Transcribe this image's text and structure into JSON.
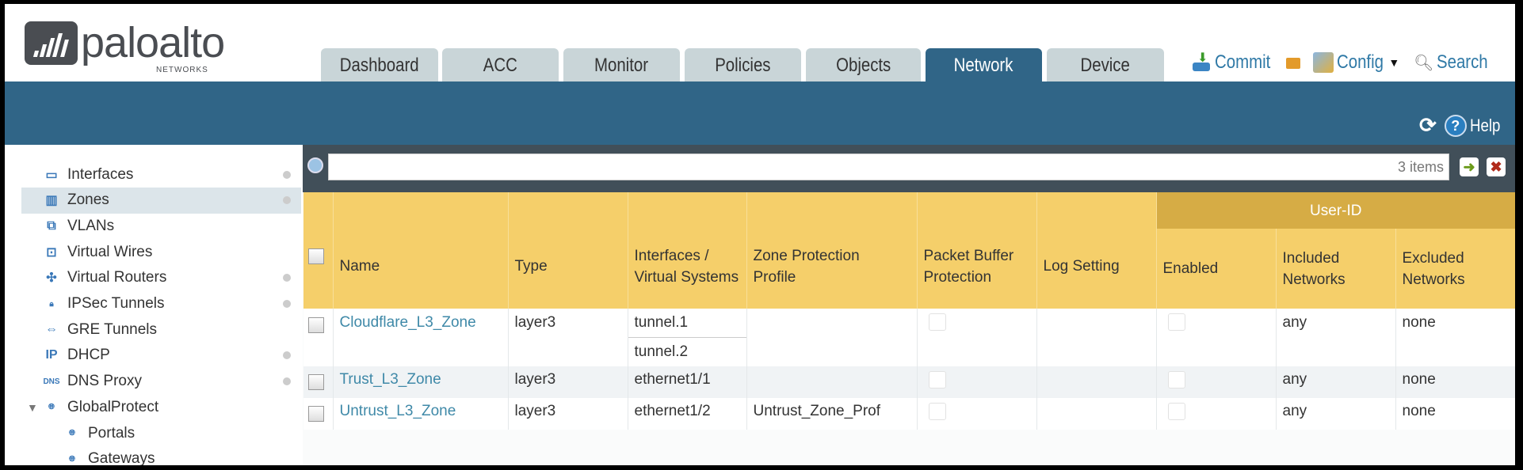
{
  "brand": {
    "logo_text": "paloalto",
    "logo_sub": "NETWORKS"
  },
  "tabs": [
    {
      "label": "Dashboard",
      "active": false
    },
    {
      "label": "ACC",
      "active": false
    },
    {
      "label": "Monitor",
      "active": false
    },
    {
      "label": "Policies",
      "active": false
    },
    {
      "label": "Objects",
      "active": false
    },
    {
      "label": "Network",
      "active": true
    },
    {
      "label": "Device",
      "active": false
    }
  ],
  "toolbar": {
    "commit": "Commit",
    "config": "Config",
    "search": "Search",
    "help": "Help"
  },
  "sidebar": {
    "items": [
      {
        "label": "Interfaces",
        "icon": "interfaces-icon",
        "dot": true
      },
      {
        "label": "Zones",
        "icon": "zones-icon",
        "dot": true,
        "selected": true
      },
      {
        "label": "VLANs",
        "icon": "vlans-icon",
        "dot": false
      },
      {
        "label": "Virtual Wires",
        "icon": "virtual-wires-icon",
        "dot": false
      },
      {
        "label": "Virtual Routers",
        "icon": "virtual-routers-icon",
        "dot": true
      },
      {
        "label": "IPSec Tunnels",
        "icon": "ipsec-tunnels-icon",
        "dot": true
      },
      {
        "label": "GRE Tunnels",
        "icon": "gre-tunnels-icon",
        "dot": false
      },
      {
        "label": "DHCP",
        "icon": "dhcp-icon",
        "dot": true
      },
      {
        "label": "DNS Proxy",
        "icon": "dns-proxy-icon",
        "dot": true
      },
      {
        "label": "GlobalProtect",
        "icon": "globalprotect-icon",
        "dot": false,
        "expanded": true
      },
      {
        "label": "Portals",
        "icon": "portals-icon",
        "dot": false,
        "child": true
      },
      {
        "label": "Gateways",
        "icon": "gateways-icon",
        "dot": false,
        "child": true
      }
    ]
  },
  "search": {
    "value": "",
    "count": "3 items"
  },
  "table": {
    "group_header": "User-ID",
    "columns": [
      "Name",
      "Type",
      "Interfaces / Virtual Systems",
      "Zone Protection Profile",
      "Packet Buffer Protection",
      "Log Setting",
      "Enabled",
      "Included Networks",
      "Excluded Networks"
    ],
    "rows": [
      {
        "name": "Cloudflare_L3_Zone",
        "type": "layer3",
        "interfaces": [
          "tunnel.1",
          "tunnel.2"
        ],
        "zone_protection": "",
        "packet_buffer": false,
        "log_setting": "",
        "enabled": false,
        "included": "any",
        "excluded": "none"
      },
      {
        "name": "Trust_L3_Zone",
        "type": "layer3",
        "interfaces": [
          "ethernet1/1"
        ],
        "zone_protection": "",
        "packet_buffer": false,
        "log_setting": "",
        "enabled": false,
        "included": "any",
        "excluded": "none"
      },
      {
        "name": "Untrust_L3_Zone",
        "type": "layer3",
        "interfaces": [
          "ethernet1/2"
        ],
        "zone_protection": "Untrust_Zone_Prof",
        "packet_buffer": false,
        "log_setting": "",
        "enabled": false,
        "included": "any",
        "excluded": "none"
      }
    ]
  },
  "colors": {
    "header_blue": "#306587",
    "toolbar_gray": "#414f59",
    "table_header": "#f5cf6a",
    "group_header": "#d6ac45",
    "link": "#3f89a8"
  }
}
